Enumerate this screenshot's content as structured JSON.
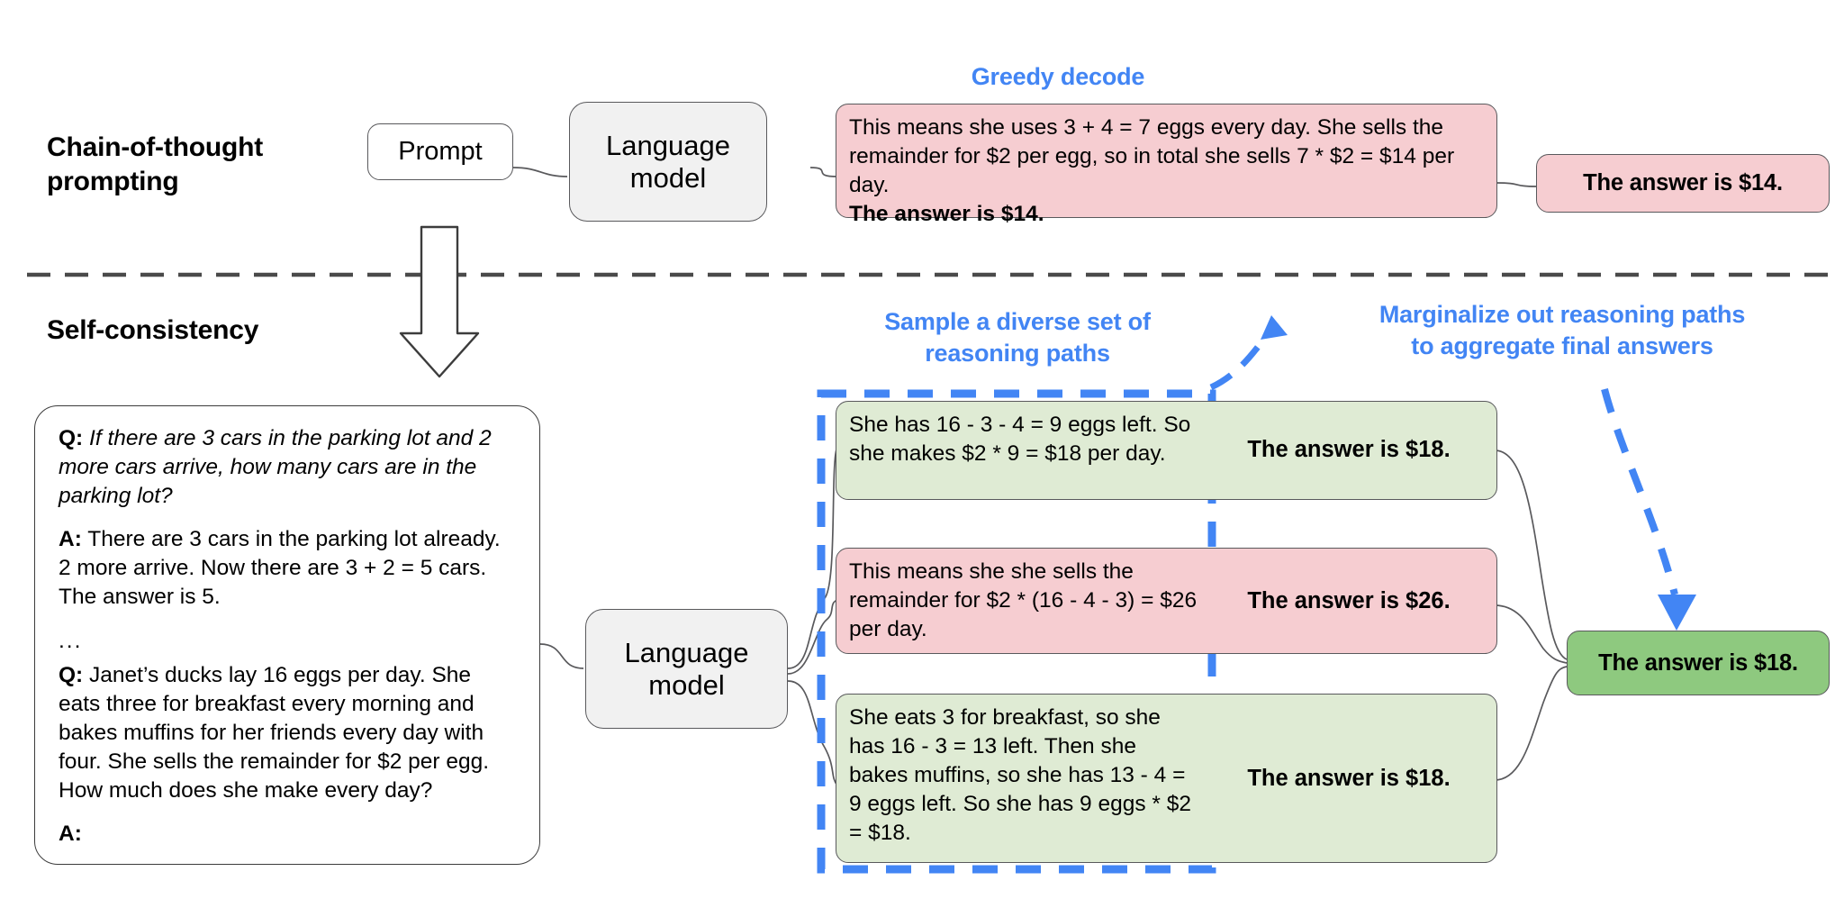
{
  "sections": {
    "cot": {
      "title": "Chain-of-thought\nprompting"
    },
    "sc": {
      "title": "Self-consistency"
    }
  },
  "annotations": {
    "greedy_decode": "Greedy decode",
    "sample_paths": "Sample a diverse set of\nreasoning paths",
    "marginalize": "Marginalize out reasoning paths\nto aggregate final answers"
  },
  "nodes": {
    "prompt": "Prompt",
    "language_model_top": "Language\nmodel",
    "language_model_bottom": "Language\nmodel"
  },
  "cot_output": {
    "reasoning": "This means she uses 3 + 4 = 7 eggs every day. She sells the remainder for $2 per egg, so in total she sells 7 * $2 = $14 per day.",
    "conclusion": "The answer is $14.",
    "final_answer": "The answer is $14."
  },
  "prompt_card": {
    "q1_label": "Q:",
    "q1_text": "If there are 3 cars in the parking lot and 2 more cars arrive, how many cars are in the parking lot?",
    "a1_label": "A:",
    "a1_text": "There are 3 cars in the parking lot already. 2 more arrive. Now there are 3 + 2 = 5 cars. The answer is 5.",
    "ellipsis": "...",
    "q2_label": "Q:",
    "q2_text": "Janet’s ducks lay 16 eggs per day. She eats three for breakfast every morning and bakes muffins for her friends every day with four. She sells the remainder for $2 per egg. How much does she make every day?",
    "a2_label": "A:"
  },
  "reasoning_paths": [
    {
      "color": "green",
      "reasoning": "She has 16 - 3 - 4 = 9 eggs left. So she makes $2 * 9 = $18 per day.",
      "answer": "The answer is $18."
    },
    {
      "color": "pink",
      "reasoning": "This means she she sells the remainder for $2 * (16 - 4 - 3) = $26 per day.",
      "answer": "The answer is $26."
    },
    {
      "color": "green",
      "reasoning": "She eats 3 for breakfast, so she has 16 - 3 = 13 left. Then she bakes muffins, so she has 13 - 4 = 9 eggs left. So she has 9 eggs * $2 = $18.",
      "answer": "The answer is $18."
    }
  ],
  "final_result": {
    "text": "The answer is $18."
  },
  "colors": {
    "accent_blue": "#4285f4",
    "pink_fill": "#f6cdd1",
    "light_green_fill": "#dfebd4",
    "dark_green_fill": "#8ec97f",
    "node_gray_fill": "#f1f1f1",
    "stroke": "#59595c"
  }
}
